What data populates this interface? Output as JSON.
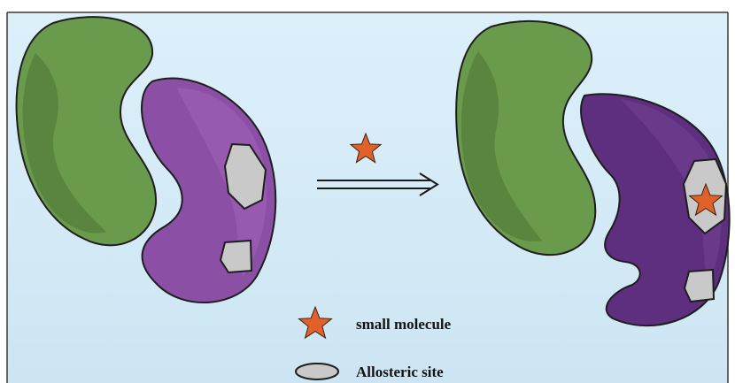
{
  "colors": {
    "background_top": "#dbeef8",
    "background_bottom": "#cfe6f4",
    "frame": "#3a3a3a",
    "green_protein": "#6a9a4c",
    "green_protein_dark": "#56813c",
    "green_protein_light": "#78a857",
    "purple_protein_inactive": "#8c4fa6",
    "purple_protein_inactive_light": "#a064b8",
    "purple_protein_active": "#5e2f7e",
    "purple_protein_active_light": "#6f3d90",
    "allosteric_site": "#c9c9c9",
    "small_molecule": "#e0622a",
    "outline": "#1e1e1e"
  },
  "arrow": {
    "style": "double-line",
    "direction": "right"
  },
  "legend": {
    "items": [
      {
        "icon": "star-icon",
        "label": "small molecule"
      },
      {
        "icon": "ellipse-icon",
        "label": "Allosteric site"
      }
    ]
  }
}
